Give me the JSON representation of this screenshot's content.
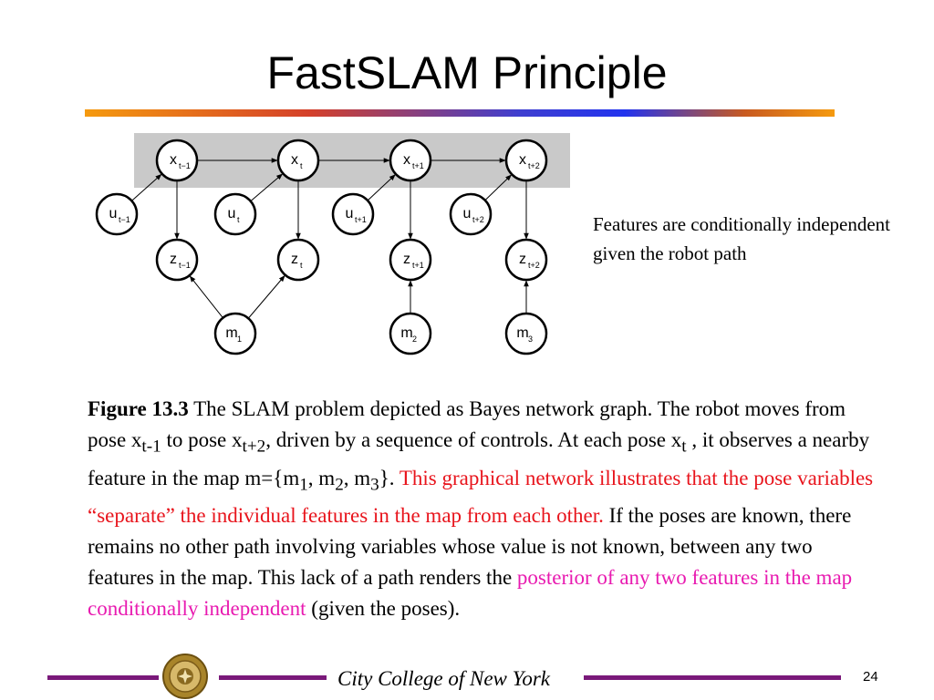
{
  "slide": {
    "title": "FastSLAM Principle",
    "note": "Features are conditionally independent given the robot path",
    "footer": "City College of New York",
    "page_number": "24"
  },
  "caption": {
    "label": "Figure 13.3",
    "sentence1": " The SLAM problem depicted as Bayes network graph. The robot moves from pose x",
    "sub_tm1": "t-1",
    "to_pose": " to pose x",
    "sub_tp2": "t+2",
    "sentence1_end": ", driven by a sequence of controls.",
    "sentence2_a": " At each pose x",
    "sub_t": "t",
    "sentence2_b": " , it observes a nearby feature in the map m={m",
    "sub_1": "1",
    "comma_m": ", m",
    "sub_2": "2",
    "comma_m3": ", m",
    "sub_3": "3",
    "sentence2_end": "}.",
    "red_a": " This graphical network illustrates that the pose variables ",
    "lquote": "“",
    "red_word": "separate",
    "rquote": "”",
    "red_b": " the individual features in the map from each other.",
    "sentence4": " If the poses are known, there remains no other path involving variables whose value is not known, between any two features in the map. This lack of a path renders the ",
    "pink": "posterior of any two features in the map conditionally independent",
    "ending": " (given the poses)."
  },
  "diagram": {
    "colors": {
      "band": "#c9c9c9",
      "node_stroke": "#000000",
      "node_fill": "#ffffff",
      "edge": "#000000"
    },
    "nodes": [
      {
        "id": "x_tm1",
        "base": "x",
        "sub": "t−1"
      },
      {
        "id": "x_t",
        "base": "x",
        "sub": "t"
      },
      {
        "id": "x_tp1",
        "base": "x",
        "sub": "t+1"
      },
      {
        "id": "x_tp2",
        "base": "x",
        "sub": "t+2"
      },
      {
        "id": "u_tm1",
        "base": "u",
        "sub": "t−1"
      },
      {
        "id": "u_t",
        "base": "u",
        "sub": "t"
      },
      {
        "id": "u_tp1",
        "base": "u",
        "sub": "t+1"
      },
      {
        "id": "u_tp2",
        "base": "u",
        "sub": "t+2"
      },
      {
        "id": "z_tm1",
        "base": "z",
        "sub": "t−1"
      },
      {
        "id": "z_t",
        "base": "z",
        "sub": "t"
      },
      {
        "id": "z_tp1",
        "base": "z",
        "sub": "t+1"
      },
      {
        "id": "z_tp2",
        "base": "z",
        "sub": "t+2"
      },
      {
        "id": "m_1",
        "base": "m",
        "sub": "1"
      },
      {
        "id": "m_2",
        "base": "m",
        "sub": "2"
      },
      {
        "id": "m_3",
        "base": "m",
        "sub": "3"
      }
    ],
    "edges": [
      [
        "x_tm1",
        "x_t"
      ],
      [
        "x_t",
        "x_tp1"
      ],
      [
        "x_tp1",
        "x_tp2"
      ],
      [
        "u_tm1",
        "x_tm1"
      ],
      [
        "u_t",
        "x_t"
      ],
      [
        "u_tp1",
        "x_tp1"
      ],
      [
        "u_tp2",
        "x_tp2"
      ],
      [
        "x_tm1",
        "z_tm1"
      ],
      [
        "x_t",
        "z_t"
      ],
      [
        "x_tp1",
        "z_tp1"
      ],
      [
        "x_tp2",
        "z_tp2"
      ],
      [
        "m_1",
        "z_tm1"
      ],
      [
        "m_1",
        "z_t"
      ],
      [
        "m_2",
        "z_tp1"
      ],
      [
        "m_3",
        "z_tp2"
      ]
    ]
  }
}
